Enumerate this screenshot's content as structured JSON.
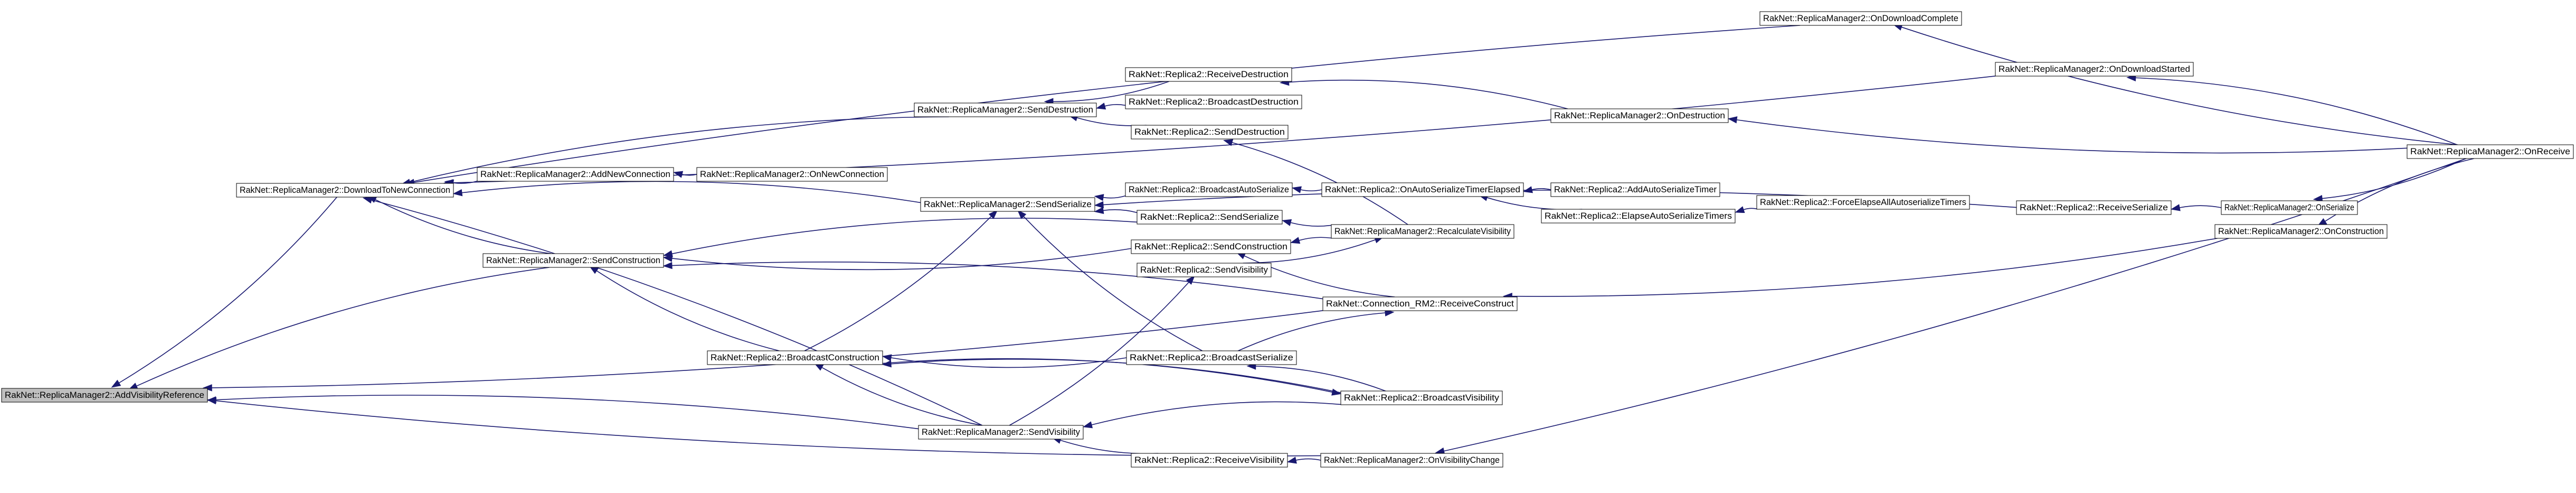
{
  "graph": {
    "colors": {
      "edge": "#191970",
      "node_border": "#000000",
      "node_fill": "#ffffff",
      "focus_fill": "#bfbfbf",
      "background": "#ffffff"
    },
    "nodes": [
      {
        "id": "avr",
        "label": "RakNet::ReplicaManager2::AddVisibilityReference",
        "focus": true
      },
      {
        "id": "dtnc",
        "label": "RakNet::ReplicaManager2::DownloadToNewConnection"
      },
      {
        "id": "odc",
        "label": "RakNet::ReplicaManager2::OnDownloadComplete"
      },
      {
        "id": "ods",
        "label": "RakNet::ReplicaManager2::OnDownloadStarted"
      },
      {
        "id": "orcv",
        "label": "RakNet::ReplicaManager2::OnReceive"
      },
      {
        "id": "rrd",
        "label": "RakNet::Replica2::ReceiveDestruction"
      },
      {
        "id": "rbd",
        "label": "RakNet::Replica2::BroadcastDestruction"
      },
      {
        "id": "sdst",
        "label": "RakNet::ReplicaManager2::SendDestruction"
      },
      {
        "id": "od",
        "label": "RakNet::ReplicaManager2::OnDestruction"
      },
      {
        "id": "r2sd",
        "label": "RakNet::Replica2::SendDestruction"
      },
      {
        "id": "anc",
        "label": "RakNet::ReplicaManager2::AddNewConnection"
      },
      {
        "id": "onc",
        "label": "RakNet::ReplicaManager2::OnNewConnection"
      },
      {
        "id": "rser",
        "label": "RakNet::Replica2::ReceiveSerialize"
      },
      {
        "id": "oser",
        "label": "RakNet::ReplicaManager2::OnSerialize"
      },
      {
        "id": "bas",
        "label": "RakNet::Replica2::BroadcastAutoSerialize"
      },
      {
        "id": "oaste",
        "label": "RakNet::Replica2::OnAutoSerializeTimerElapsed"
      },
      {
        "id": "aast",
        "label": "RakNet::Replica2::AddAutoSerializeTimer"
      },
      {
        "id": "ssm",
        "label": "RakNet::ReplicaManager2::SendSerialize"
      },
      {
        "id": "feas",
        "label": "RakNet::Replica2::ForceElapseAllAutoserializeTimers"
      },
      {
        "id": "r2ss",
        "label": "RakNet::Replica2::SendSerialize"
      },
      {
        "id": "east",
        "label": "RakNet::Replica2::ElapseAutoSerializeTimers"
      },
      {
        "id": "rcv",
        "label": "RakNet::ReplicaManager2::RecalculateVisibility"
      },
      {
        "id": "oc",
        "label": "RakNet::ReplicaManager2::OnConstruction"
      },
      {
        "id": "scm",
        "label": "RakNet::ReplicaManager2::SendConstruction"
      },
      {
        "id": "r2sc",
        "label": "RakNet::Replica2::SendConstruction"
      },
      {
        "id": "r2sv",
        "label": "RakNet::Replica2::SendVisibility"
      },
      {
        "id": "crc",
        "label": "RakNet::Connection_RM2::ReceiveConstruct"
      },
      {
        "id": "bc",
        "label": "RakNet::Replica2::BroadcastConstruction"
      },
      {
        "id": "bs",
        "label": "RakNet::Replica2::BroadcastSerialize"
      },
      {
        "id": "bv",
        "label": "RakNet::Replica2::BroadcastVisibility"
      },
      {
        "id": "svm",
        "label": "RakNet::ReplicaManager2::SendVisibility"
      },
      {
        "id": "rv",
        "label": "RakNet::Replica2::ReceiveVisibility"
      },
      {
        "id": "ovc",
        "label": "RakNet::ReplicaManager2::OnVisibilityChange"
      }
    ],
    "edges": [
      {
        "from": "dtnc",
        "to": "avr"
      },
      {
        "from": "scm",
        "to": "avr"
      },
      {
        "from": "crc",
        "to": "avr"
      },
      {
        "from": "svm",
        "to": "avr"
      },
      {
        "from": "ovc",
        "to": "avr"
      },
      {
        "from": "odc",
        "to": "dtnc"
      },
      {
        "from": "ods",
        "to": "dtnc"
      },
      {
        "from": "sdst",
        "to": "dtnc"
      },
      {
        "from": "anc",
        "to": "dtnc"
      },
      {
        "from": "ssm",
        "to": "dtnc"
      },
      {
        "from": "scm",
        "to": "dtnc"
      },
      {
        "from": "svm",
        "to": "dtnc"
      },
      {
        "from": "orcv",
        "to": "odc"
      },
      {
        "from": "orcv",
        "to": "ods"
      },
      {
        "from": "rrd",
        "to": "sdst"
      },
      {
        "from": "rbd",
        "to": "sdst"
      },
      {
        "from": "r2sd",
        "to": "sdst"
      },
      {
        "from": "od",
        "to": "rrd"
      },
      {
        "from": "orcv",
        "to": "od"
      },
      {
        "from": "rcv",
        "to": "r2sd"
      },
      {
        "from": "onc",
        "to": "anc"
      },
      {
        "from": "oser",
        "to": "rser"
      },
      {
        "from": "orcv",
        "to": "oser"
      },
      {
        "from": "rser",
        "to": "ssm"
      },
      {
        "from": "bas",
        "to": "ssm"
      },
      {
        "from": "r2ss",
        "to": "ssm"
      },
      {
        "from": "bs",
        "to": "ssm"
      },
      {
        "from": "bc",
        "to": "ssm"
      },
      {
        "from": "oaste",
        "to": "bas"
      },
      {
        "from": "aast",
        "to": "oaste"
      },
      {
        "from": "east",
        "to": "oaste"
      },
      {
        "from": "feas",
        "to": "east"
      },
      {
        "from": "rcv",
        "to": "r2ss"
      },
      {
        "from": "r2ss",
        "to": "scm"
      },
      {
        "from": "r2sc",
        "to": "scm"
      },
      {
        "from": "crc",
        "to": "scm"
      },
      {
        "from": "bc",
        "to": "scm"
      },
      {
        "from": "rcv",
        "to": "r2sc"
      },
      {
        "from": "crc",
        "to": "r2sc"
      },
      {
        "from": "r2sv",
        "to": "rcv"
      },
      {
        "from": "oc",
        "to": "crc"
      },
      {
        "from": "orcv",
        "to": "oc"
      },
      {
        "from": "bs",
        "to": "crc"
      },
      {
        "from": "svm",
        "to": "r2sv"
      },
      {
        "from": "bs",
        "to": "bc"
      },
      {
        "from": "bv",
        "to": "bc"
      },
      {
        "from": "svm",
        "to": "bc"
      },
      {
        "from": "bv",
        "to": "bs"
      },
      {
        "from": "bc",
        "to": "bv"
      },
      {
        "from": "bv",
        "to": "svm"
      },
      {
        "from": "rv",
        "to": "svm"
      },
      {
        "from": "ovc",
        "to": "rv"
      },
      {
        "from": "orcv",
        "to": "ovc"
      }
    ]
  }
}
